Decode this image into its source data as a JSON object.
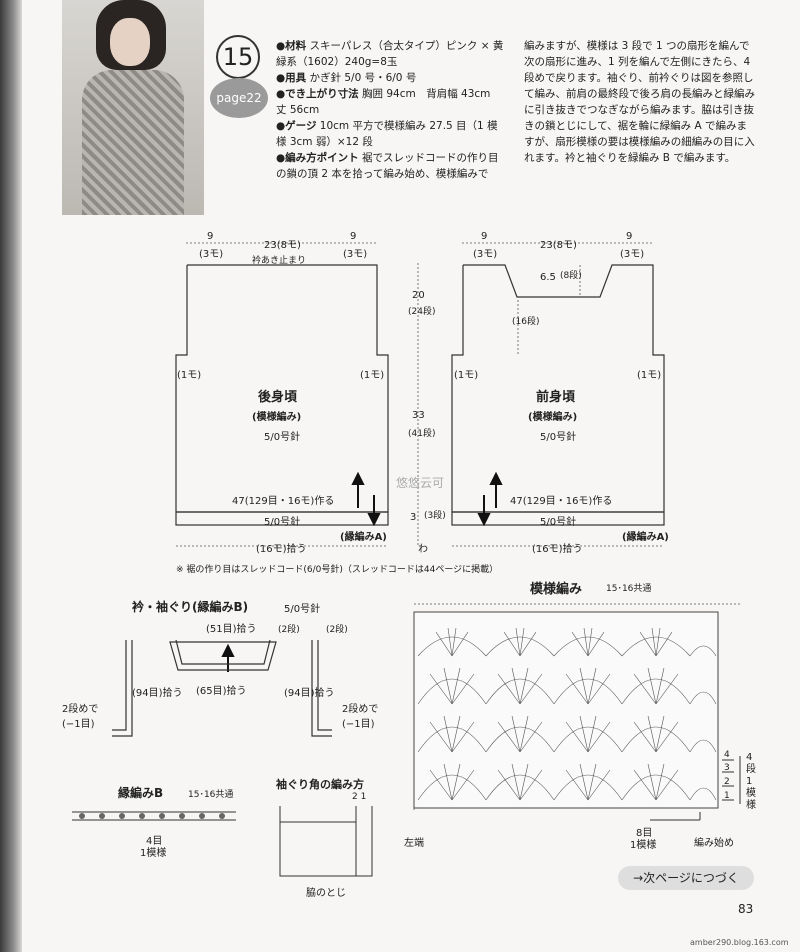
{
  "header": {
    "pattern_number": "15",
    "page_ref": "page22"
  },
  "spec": {
    "materials_label": "●材料",
    "materials": "スキーパレス（合太タイプ）ピンク × 黄緑系（1602）240g=8玉",
    "tools_label": "●用具",
    "tools": "かぎ針 5/0 号・6/0 号",
    "size_label": "●でき上がり寸法",
    "size": "胸囲 94cm　背肩幅 43cm　丈 56cm",
    "gauge_label": "●ゲージ",
    "gauge": "10cm 平方で模様編み 27.5 目（1 模様 3cm 弱）×12 段",
    "points_label": "●編み方ポイント",
    "points": "裾でスレッドコードの作り目の鎖の頂 2 本を拾って編み始め、模様編みで"
  },
  "notes_text": "編みますが、模様は 3 段で 1 つの扇形を編んで次の扇形に進み、1 列を編んで左側にきたら、4 段めで戻ります。袖ぐり、前衿ぐりは図を参照して編み、前肩の最終段で後ろ肩の長編みと緑編みに引き抜きでつなぎながら編みます。脇は引き抜きの鎖とじにして、裾を輪に緑編み A で編みますが、扇形模様の要は模様編みの細編みの目に入れます。衿と袖ぐりを緑編み B で編みます。",
  "back": {
    "title": "後身頃",
    "subtitle": "(模様編み)",
    "needle": "5/0号針",
    "top_dims": [
      "9",
      "23(8モ)",
      "9"
    ],
    "top_units": [
      "(3モ)",
      "(3モ)"
    ],
    "neck_label": "衿あき止まり",
    "side_l": "(1モ)",
    "side_r": "(1モ)",
    "chain": "47(129目・16モ)作る",
    "band_needle": "5/0号針",
    "band_label": "(縁編みA)",
    "pickup": "(16モ)拾う"
  },
  "front": {
    "title": "前身頃",
    "subtitle": "(模様編み)",
    "needle": "5/0号針",
    "top_dims": [
      "9",
      "23(8モ)",
      "9"
    ],
    "top_units": [
      "(3モ)",
      "(3モ)"
    ],
    "neck_depth": "6.5",
    "neck_rows": "(8段)",
    "side_l": "(1モ)",
    "side_r": "(1モ)",
    "chain": "47(129目・16モ)作る",
    "band_needle": "5/0号針",
    "band_label": "(縁編みA)",
    "pickup": "(16モ)拾う"
  },
  "center_dims": {
    "upper": "20",
    "upper_rows": "(24段)",
    "shoulder_rows": "(16段)",
    "lower": "33",
    "lower_rows": "(41段)",
    "band": "3",
    "band_rows": "(3段)",
    "wa": "わ"
  },
  "footnote": "※ 裾の作り目はスレッドコード(6/0号針)（スレッドコードは44ページに掲載）",
  "collar": {
    "title": "衿・袖ぐり(縁編みB)",
    "needle": "5/0号針",
    "neck_pick": "(51目)拾う",
    "front_pick": "(65目)拾う",
    "rows_l": "(2段)",
    "rows_r": "(2段)",
    "arm_l": "(94目)拾う",
    "arm_r": "(94目)拾う",
    "dec_l": "2段めで(−1目)",
    "dec_r": "2段めで(−1目)"
  },
  "edgeB": {
    "title": "縁編みB",
    "subtitle": "15･16共通",
    "count": "4目",
    "repeat": "1模様"
  },
  "corner": {
    "title": "袖ぐり角の編み方",
    "row_labels": "2 1",
    "side_join": "脇のとじ"
  },
  "pattern": {
    "title": "模様編み",
    "subtitle": "15･16共通",
    "row_repeat": "4段1模様",
    "row_marks": [
      "4",
      "3",
      "2",
      "1"
    ],
    "st_count": "8目",
    "st_repeat": "1模様",
    "left_edge": "左端",
    "start": "編み始め"
  },
  "next_page": "→次ページにつづく",
  "page_number": "83",
  "watermark": "悠悠云可",
  "footer_url": "amber290.blog.163.com"
}
